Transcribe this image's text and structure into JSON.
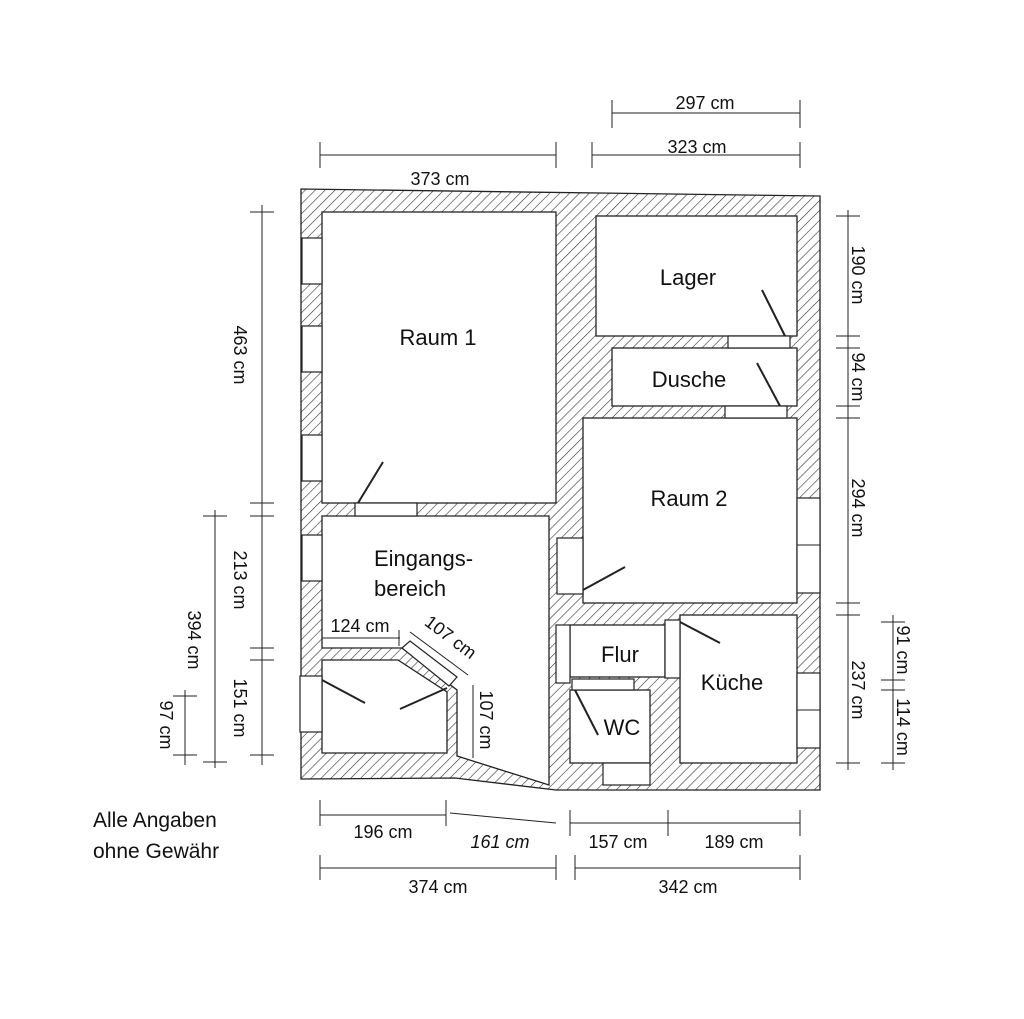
{
  "rooms": {
    "raum1": "Raum 1",
    "lager": "Lager",
    "dusche": "Dusche",
    "raum2": "Raum 2",
    "eingang1": "Eingangs-",
    "eingang2": "bereich",
    "flur": "Flur",
    "wc": "WC",
    "kueche": "Küche"
  },
  "dimensions": {
    "top_297": "297 cm",
    "top_323": "323 cm",
    "top_373": "373 cm",
    "right_190": "190 cm",
    "right_94": "94 cm",
    "right_294": "294 cm",
    "right_237": "237 cm",
    "right_91": "91 cm",
    "right_114": "114 cm",
    "left_463": "463 cm",
    "left_213": "213 cm",
    "left_394": "394 cm",
    "left_151": "151 cm",
    "left_97": "97 cm",
    "inner_124": "124 cm",
    "inner_107_diag": "107 cm",
    "inner_107_vert": "107 cm",
    "bottom_196": "196 cm",
    "bottom_161": "161 cm",
    "bottom_157": "157 cm",
    "bottom_189": "189 cm",
    "bottom_374": "374 cm",
    "bottom_342": "342 cm"
  },
  "note": {
    "line1": "Alle Angaben",
    "line2": "ohne Gewähr"
  }
}
